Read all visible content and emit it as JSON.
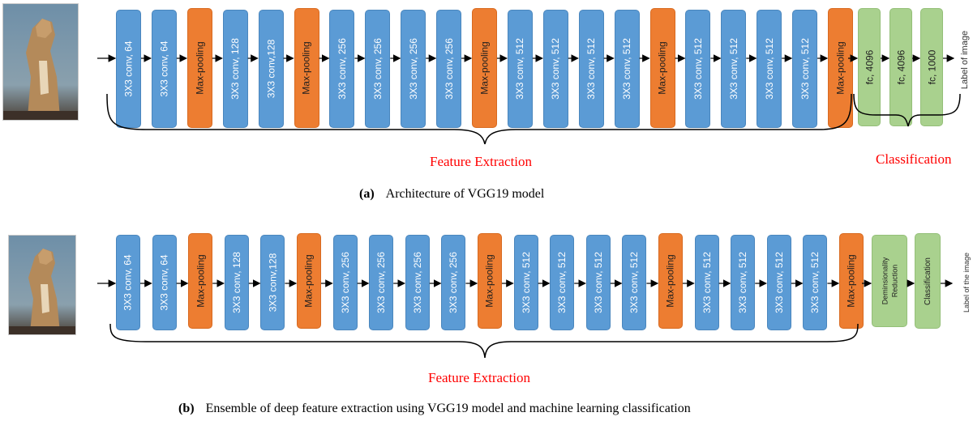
{
  "colors": {
    "conv": "#5b9bd5",
    "pool": "#ed7d31",
    "dense": "#a9d18e",
    "label_red": "#ff0000"
  },
  "icons": {
    "input_image": "cougar-photo-icon"
  },
  "panel_a": {
    "layers": [
      {
        "type": "conv",
        "label": "3X3 conv, 64"
      },
      {
        "type": "conv",
        "label": "3X3 conv, 64"
      },
      {
        "type": "pool",
        "label": "Max-pooling"
      },
      {
        "type": "conv",
        "label": "3X3 conv, 128"
      },
      {
        "type": "conv",
        "label": "3X3 conv,128"
      },
      {
        "type": "pool",
        "label": "Max-pooling"
      },
      {
        "type": "conv",
        "label": "3X3 conv, 256"
      },
      {
        "type": "conv",
        "label": "3X3 conv, 256"
      },
      {
        "type": "conv",
        "label": "3X3 conv, 256"
      },
      {
        "type": "conv",
        "label": "3X3 conv, 256"
      },
      {
        "type": "pool",
        "label": "Max-pooling"
      },
      {
        "type": "conv",
        "label": "3X3 conv, 512"
      },
      {
        "type": "conv",
        "label": "3X3 conv, 512"
      },
      {
        "type": "conv",
        "label": "3X3 conv, 512"
      },
      {
        "type": "conv",
        "label": "3X3 conv, 512"
      },
      {
        "type": "pool",
        "label": "Max-pooling"
      },
      {
        "type": "conv",
        "label": "3X3 conv, 512"
      },
      {
        "type": "conv",
        "label": "3X3 conv, 512"
      },
      {
        "type": "conv",
        "label": "3X3 conv, 512"
      },
      {
        "type": "conv",
        "label": "3X3 conv, 512"
      },
      {
        "type": "pool",
        "label": "Max-pooling"
      }
    ],
    "fc_layers": [
      "fc, 4096",
      "fc, 4096",
      "fc, 1000"
    ],
    "output_label": "Label of image",
    "feature_label": "Feature Extraction",
    "classification_label": "Classification",
    "caption_tag": "(a)",
    "caption_text": "Architecture of VGG19 model"
  },
  "panel_b": {
    "layers": [
      {
        "type": "conv",
        "label": "3X3 conv, 64"
      },
      {
        "type": "conv",
        "label": "3X3 conv, 64"
      },
      {
        "type": "pool",
        "label": "Max-pooling"
      },
      {
        "type": "conv",
        "label": "3X3 conv, 128"
      },
      {
        "type": "conv",
        "label": "3X3 conv,128"
      },
      {
        "type": "pool",
        "label": "Max-pooling"
      },
      {
        "type": "conv",
        "label": "3X3 conv, 256"
      },
      {
        "type": "conv",
        "label": "3X3 conv, 256"
      },
      {
        "type": "conv",
        "label": "3X3 conv, 256"
      },
      {
        "type": "conv",
        "label": "3X3 conv, 256"
      },
      {
        "type": "pool",
        "label": "Max-pooling"
      },
      {
        "type": "conv",
        "label": "3X3 conv, 512"
      },
      {
        "type": "conv",
        "label": "3X3 conv, 512"
      },
      {
        "type": "conv",
        "label": "3X3 conv, 512"
      },
      {
        "type": "conv",
        "label": "3X3 conv, 512"
      },
      {
        "type": "pool",
        "label": "Max-pooling"
      },
      {
        "type": "conv",
        "label": "3X3 conv, 512"
      },
      {
        "type": "conv",
        "label": "3X3 conv, 512"
      },
      {
        "type": "conv",
        "label": "3X3 conv, 512"
      },
      {
        "type": "conv",
        "label": "3X3 conv, 512"
      },
      {
        "type": "pool",
        "label": "Max-pooling"
      }
    ],
    "reduction_label": "Deminsionality Reduction",
    "classification_block": "Classification",
    "output_label": "Label of the image",
    "feature_label": "Feature Extraction",
    "caption_tag": "(b)",
    "caption_text": "Ensemble of deep feature extraction using VGG19 model and machine learning classification"
  }
}
